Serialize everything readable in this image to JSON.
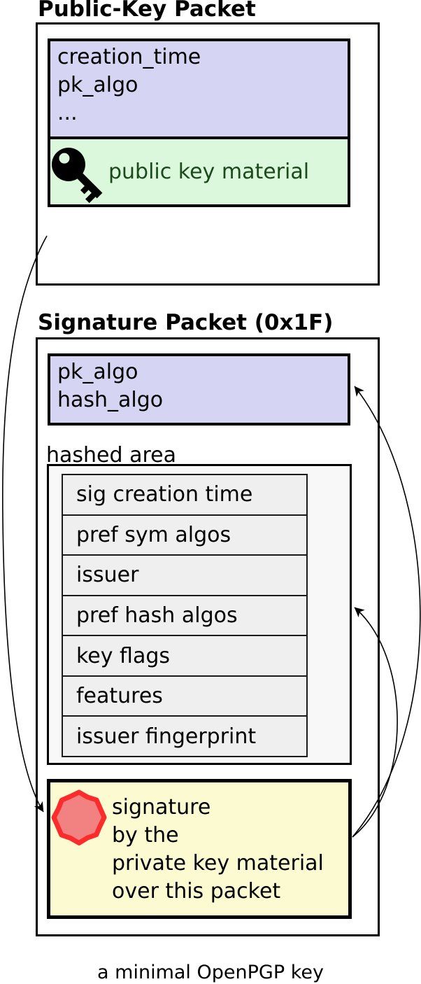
{
  "public_key_packet": {
    "title": "Public-Key Packet",
    "fields": {
      "lines": [
        "creation_time",
        "pk_algo",
        "..."
      ]
    },
    "key_material": {
      "label": "public key material",
      "icon": "key-icon"
    }
  },
  "signature_packet": {
    "title": "Signature Packet (0x1F)",
    "algos": {
      "lines": [
        "pk_algo",
        "hash_algo"
      ]
    },
    "hashed_area": {
      "label": "hashed area",
      "subpackets": [
        "sig creation time",
        "pref sym algos",
        "issuer",
        "pref hash algos",
        "key flags",
        "features",
        "issuer fingerprint"
      ]
    },
    "signature": {
      "icon": "seal-icon",
      "lines": [
        "signature",
        "by the",
        "private key material",
        "over this packet"
      ]
    }
  },
  "caption": "a minimal OpenPGP key",
  "arrows": [
    {
      "name": "public-key-to-signature-arrow"
    },
    {
      "name": "signature-to-algos-arrow"
    },
    {
      "name": "signature-to-hashed-area-arrow"
    }
  ],
  "colors": {
    "fields_fill": "#d5d5f3",
    "key_material_fill": "#dcf8dc",
    "key_material_text": "#1d4a1d",
    "hashed_area_fill": "#f8f8f8",
    "subpacket_fill": "#efefef",
    "signature_fill": "#fcfad1",
    "seal_fill": "#f28181",
    "seal_ring": "#fb2d2c",
    "line": "#000000"
  }
}
